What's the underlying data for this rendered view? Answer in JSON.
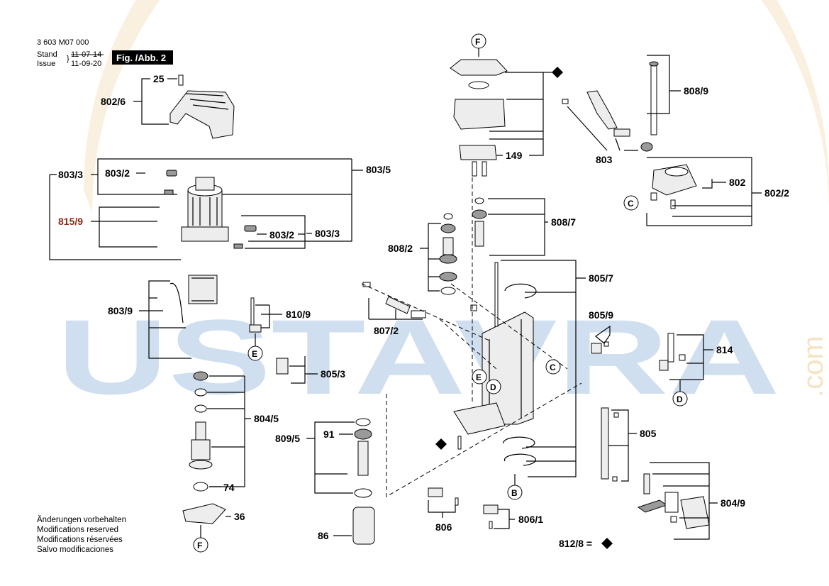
{
  "header": {
    "doc_number": "3 603 M07 000",
    "stand_label": "Stand",
    "issue_label": "Issue",
    "stand_date": "11-07-14",
    "issue_date": "11-09-20",
    "figure_label": "Fig. /Abb. 2"
  },
  "notes": [
    "Änderungen vorbehalten",
    "Modifications reserved",
    "Modifications réservées",
    "Salvo modificaciones"
  ],
  "legend": {
    "label": "812/8 ="
  },
  "watermark": {
    "text": "USTAVRA",
    "suffix": ".com"
  },
  "callouts": {
    "p25": "25",
    "p802_6": "802/6",
    "p803_3a": "803/3",
    "p803_2a": "803/2",
    "p803_5": "803/5",
    "p815_9": "815/9",
    "p803_2b": "803/2",
    "p803_3b": "803/3",
    "p803_9": "803/9",
    "p810_9": "810/9",
    "p805_3": "805/3",
    "p804_5": "804/5",
    "p74": "74",
    "p36": "36",
    "p149": "149",
    "p808_7": "808/7",
    "p808_2": "808/2",
    "p807_2": "807/2",
    "p805_7": "805/7",
    "p805_9": "805/9",
    "p814": "814",
    "p805": "805",
    "p804_9": "804/9",
    "p809_5": "809/5",
    "p91": "91",
    "p86": "86",
    "p806": "806",
    "p806_1": "806/1",
    "p808_9": "808/9",
    "p803": "803",
    "p802": "802",
    "p802_2": "802/2"
  },
  "ref_markers": {
    "f_top": "F",
    "f_bottom": "F",
    "c_right": "C",
    "c_center": "C",
    "e_left": "E",
    "e_center": "E",
    "d_center": "D",
    "d_right": "D",
    "b_center": "B"
  },
  "colors": {
    "watermark_blue": "#cfdff0",
    "watermark_orange": "#f6e3c4",
    "highlight_label": "#8b2a1a"
  }
}
